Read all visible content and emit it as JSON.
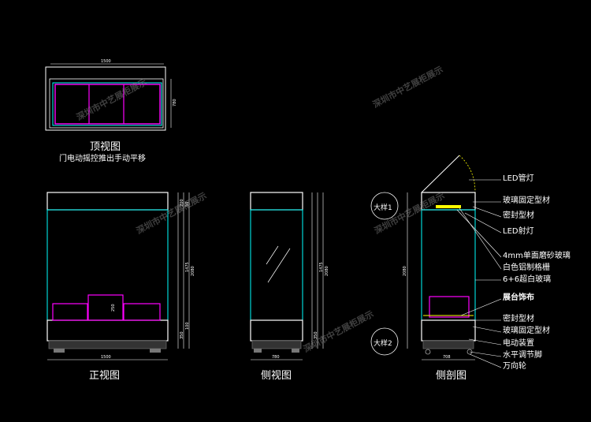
{
  "views": {
    "top_title": "顶视图",
    "top_subtitle": "门电动摇控推出手动平移",
    "front_title": "正视图",
    "side_title": "侧视图",
    "section_title": "侧剖图"
  },
  "dims": {
    "top_width": "1500",
    "top_depth": "780",
    "front_width": "1500",
    "front_h_total": "2080",
    "front_h_glass": "1475",
    "front_h_top": "200",
    "front_h_base": "350",
    "front_h_pad": "100",
    "front_h_small": "50",
    "front_item": "250",
    "side_width": "780",
    "side_h_total": "2080",
    "side_h_glass": "1475",
    "side_h_base": "350",
    "section_width": "708",
    "section_h_total": "2080"
  },
  "details": {
    "detail1": "大样1",
    "detail2": "大样2"
  },
  "callouts": [
    "LED管灯",
    "玻璃固定型材",
    "密封型材",
    "LED射灯",
    "4mm单面磨砂玻璃",
    "白色铝制格栅",
    "6+6超白玻璃",
    "展台饰布",
    "密封型材",
    "玻璃固定型材",
    "电动装置",
    "水平调节脚",
    "万向轮"
  ],
  "watermark": "深圳市中艺展柜展示",
  "colors": {
    "background": "#000000",
    "cabinet_outline": "#00ffff",
    "display_item": "#ff00ff",
    "dimension": "#ffffff",
    "led_strip": "#ffff00"
  }
}
